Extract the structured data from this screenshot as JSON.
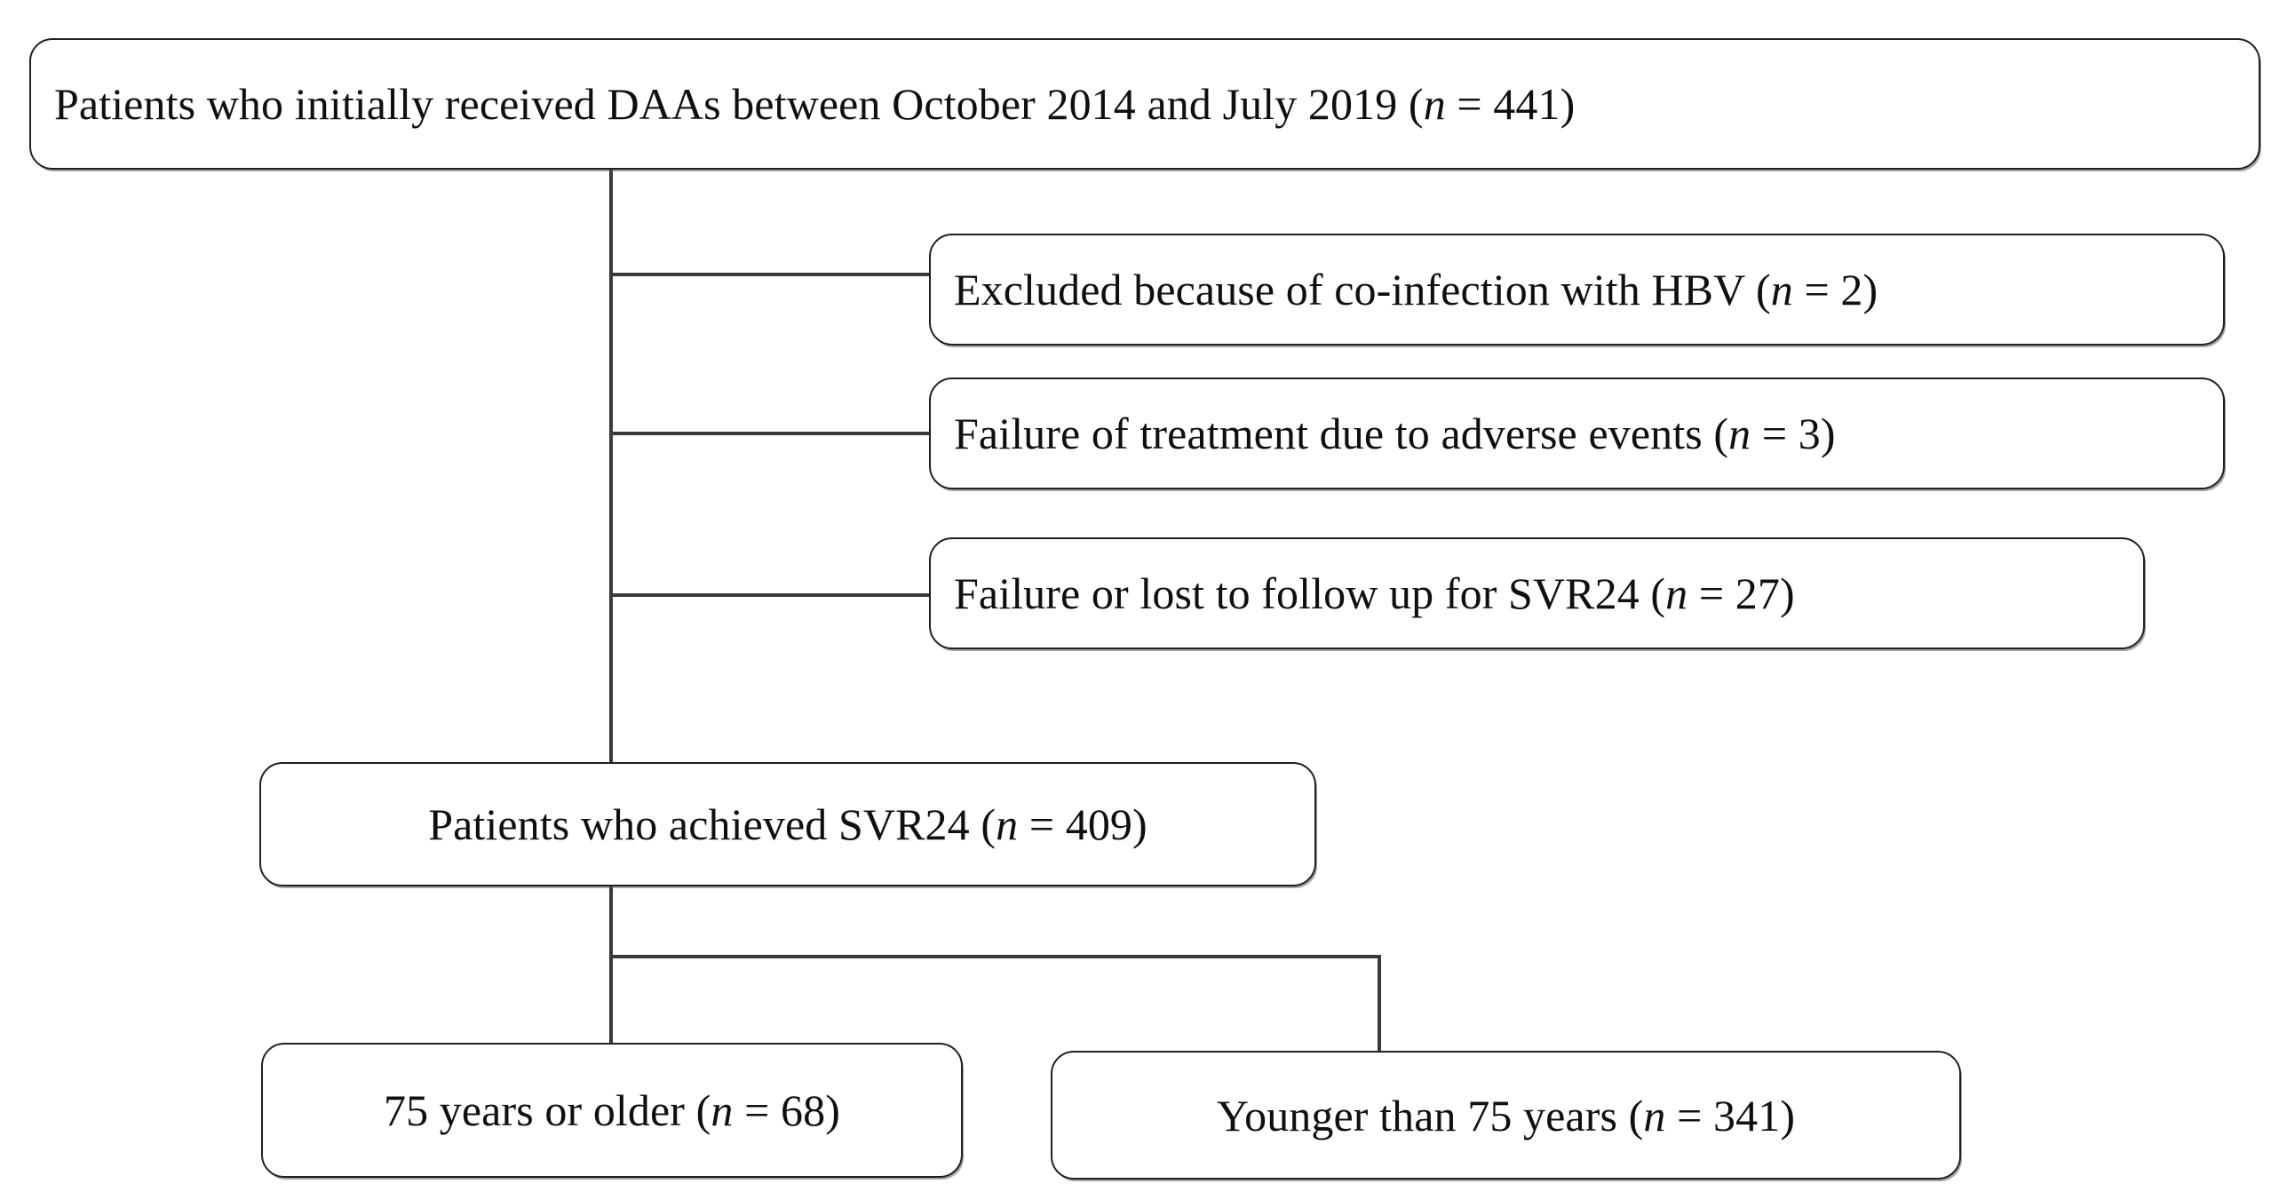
{
  "figure": {
    "type": "flowchart",
    "description": "Patient enrollment flow diagram for DAA-treated hepatitis C patients",
    "background_color": "#ffffff",
    "line_color": "#3a3a3c",
    "box_border_color": "#231f20",
    "text_color": "#0f0f13"
  },
  "nodes": {
    "enrolled": {
      "id": "enrolled",
      "role": "top-cohort-box",
      "text_before_n": "Patients who initially received DAAs between October  2014 and July 2019 (",
      "n_symbol": "n",
      "n_equals": " = ",
      "n_value": "441",
      "text_after_n": ")",
      "full_text": "Patients who initially received DAAs between October  2014 and July 2019 (n = 441)"
    },
    "excluded_hbv": {
      "id": "excluded_hbv",
      "role": "exclusion-box",
      "text_before_n": "Excluded because of co-infection with HBV (",
      "n_symbol": "n",
      "n_equals": " = ",
      "n_value": "2",
      "text_after_n": ")",
      "full_text": "Excluded because of co-infection with HBV (n = 2)"
    },
    "failure_adverse": {
      "id": "failure_adverse",
      "role": "exclusion-box",
      "text_before_n": "Failure of treatment due to adverse events (",
      "n_symbol": "n",
      "n_equals": " = ",
      "n_value": "3",
      "text_after_n": ")",
      "full_text": "Failure of treatment due to adverse events (n = 3)"
    },
    "failure_followup": {
      "id": "failure_followup",
      "role": "exclusion-box",
      "text_before_n": "Failure or lost to follow up for SVR24 (",
      "n_symbol": "n",
      "n_equals": " = ",
      "n_value": "27",
      "text_after_n": ")",
      "full_text": "Failure or lost to follow up for SVR24 (n = 27)"
    },
    "svr24": {
      "id": "svr24",
      "role": "analysis-cohort-box",
      "text_before_n": "Patients who achieved SVR24 (",
      "n_symbol": "n",
      "n_equals": " = ",
      "n_value": "409",
      "text_after_n": ")",
      "full_text": "Patients who achieved SVR24 (n = 409)"
    },
    "older": {
      "id": "older",
      "role": "subgroup-box",
      "text_before_n": "75 years or older (",
      "n_symbol": "n",
      "n_equals": " = ",
      "n_value": "68",
      "text_after_n": ")",
      "full_text": "75 years or older (n = 68)"
    },
    "younger": {
      "id": "younger",
      "role": "subgroup-box",
      "text_before_n": "Younger than 75 years (",
      "n_symbol": "n",
      "n_equals": " = ",
      "n_value": "341",
      "text_after_n": ")",
      "full_text": "Younger than 75 years (n = 341)"
    }
  },
  "edges": [
    {
      "from": "enrolled",
      "to": "excluded_hbv",
      "style": "elbow-right"
    },
    {
      "from": "enrolled",
      "to": "failure_adverse",
      "style": "elbow-right"
    },
    {
      "from": "enrolled",
      "to": "failure_followup",
      "style": "elbow-right"
    },
    {
      "from": "enrolled",
      "to": "svr24",
      "style": "straight-down"
    },
    {
      "from": "svr24",
      "to": "older",
      "style": "straight-down"
    },
    {
      "from": "svr24",
      "to": "younger",
      "style": "elbow-right-down"
    }
  ]
}
